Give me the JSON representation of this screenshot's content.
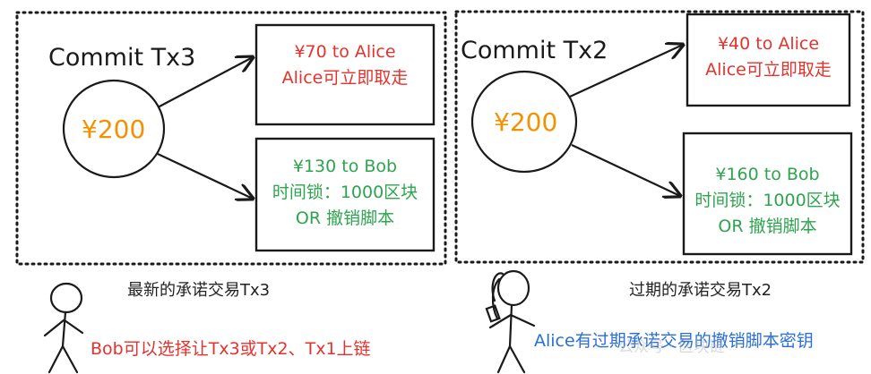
{
  "panels": [
    {
      "title": "Commit Tx3",
      "amount": "¥200",
      "output_alice": [
        "¥70 to Alice",
        "Alice可立即取走"
      ],
      "output_bob": [
        "¥130 to Bob",
        "时间锁：1000区块",
        "OR 撤销脚本"
      ],
      "caption": "最新的承诺交易Tx3"
    },
    {
      "title": "Commit Tx2",
      "amount": "¥200",
      "output_alice": [
        "¥40 to Alice",
        "Alice可立即取走"
      ],
      "output_bob": [
        "¥160 to Bob",
        "时间锁：1000区块",
        "OR 撤销脚本"
      ],
      "caption": "过期的承诺交易Tx2"
    }
  ],
  "notes": {
    "bob": "Bob可以选择让Tx3或Tx2、Tx1上链",
    "alice": "Alice有过期承诺交易的撤销脚本密钥"
  },
  "watermark": "公众号 · 区块链",
  "colors": {
    "amount": "#f39200",
    "alice_output": "#e5322d",
    "bob_output": "#2ea44f",
    "bob_note": "#e5322d",
    "alice_note": "#2a6fd6"
  }
}
